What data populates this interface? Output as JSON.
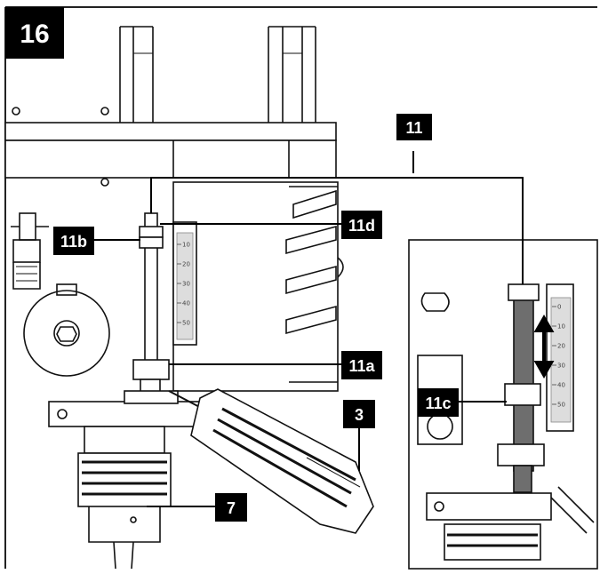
{
  "figure_number": "16",
  "callouts": {
    "c11": "11",
    "c11a": "11a",
    "c11b": "11b",
    "c11c": "11c",
    "c11d": "11d",
    "c3": "3",
    "c7": "7"
  },
  "scale_left": [
    "10",
    "20",
    "30",
    "40",
    "50"
  ],
  "scale_right": [
    "0",
    "10",
    "20",
    "30",
    "40",
    "50"
  ],
  "colors": {
    "ink": "#111111",
    "callout_bg": "#000000",
    "callout_text": "#ffffff",
    "rod_dark": "#6e6e6e",
    "paper": "#ffffff"
  }
}
